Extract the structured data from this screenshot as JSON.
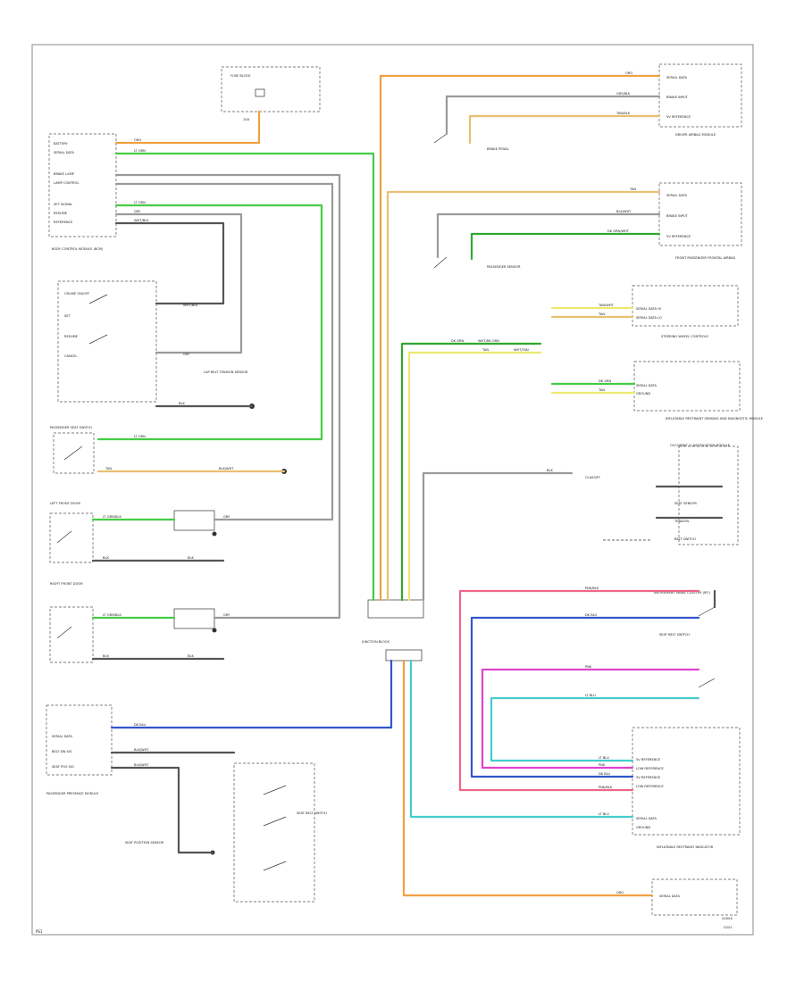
{
  "footer": {
    "left": "PS1",
    "right": "20XXX"
  },
  "components": {
    "fuse_block": "FUSE BLOCK",
    "body_control_module": "BODY CONTROL MODULE (BCM)",
    "lap_belt_tension_sensor": "LAP BELT TENSION SENSOR",
    "passenger_presence": "PASSENGER PRESENCE MODULE",
    "passenger_seat_switch": "PASSENGER SEAT SWITCH",
    "driver_airbag_module": "DRIVER AIRBAG MODULE",
    "front_passenger_frontal_airbag": "FRONT PASSENGER FRONTAL AIRBAG",
    "steering_wheel_controls": "STEERING WHEEL CONTROLS",
    "inflatable_restraint_sensing": "INFLATABLE RESTRAINT SENSING AND DIAGNOSTIC MODULE",
    "instrument_panel_cluster": "INSTRUMENT PANEL CLUSTER (IPC)",
    "seat_belt_switch": "SEAT BELT SWITCH",
    "seat_position_sensor": "SEAT POSITION SENSOR",
    "occupant_classification": "OCCUPANT CLASSIFICATION MODULE",
    "junction_block": "JUNCTION BLOCK",
    "inflatable_restraint_indicator": "INFLATABLE RESTRAINT INDICATOR",
    "right_front_door": "RIGHT FRONT DOOR",
    "left_front_door": "LEFT FRONT DOOR"
  },
  "wire_colors": {
    "orange": "#f0a040",
    "light_green": "#44cc44",
    "green": "#2ea82e",
    "yellow": "#eaea70",
    "tan": "#e8c070",
    "gray": "#9a9a9a",
    "dark_gray": "#555555",
    "blue": "#3355cc",
    "magenta": "#dd44cc",
    "pink": "#ee6688",
    "cyan": "#44cccc"
  },
  "labels": {
    "ground": "G201"
  }
}
